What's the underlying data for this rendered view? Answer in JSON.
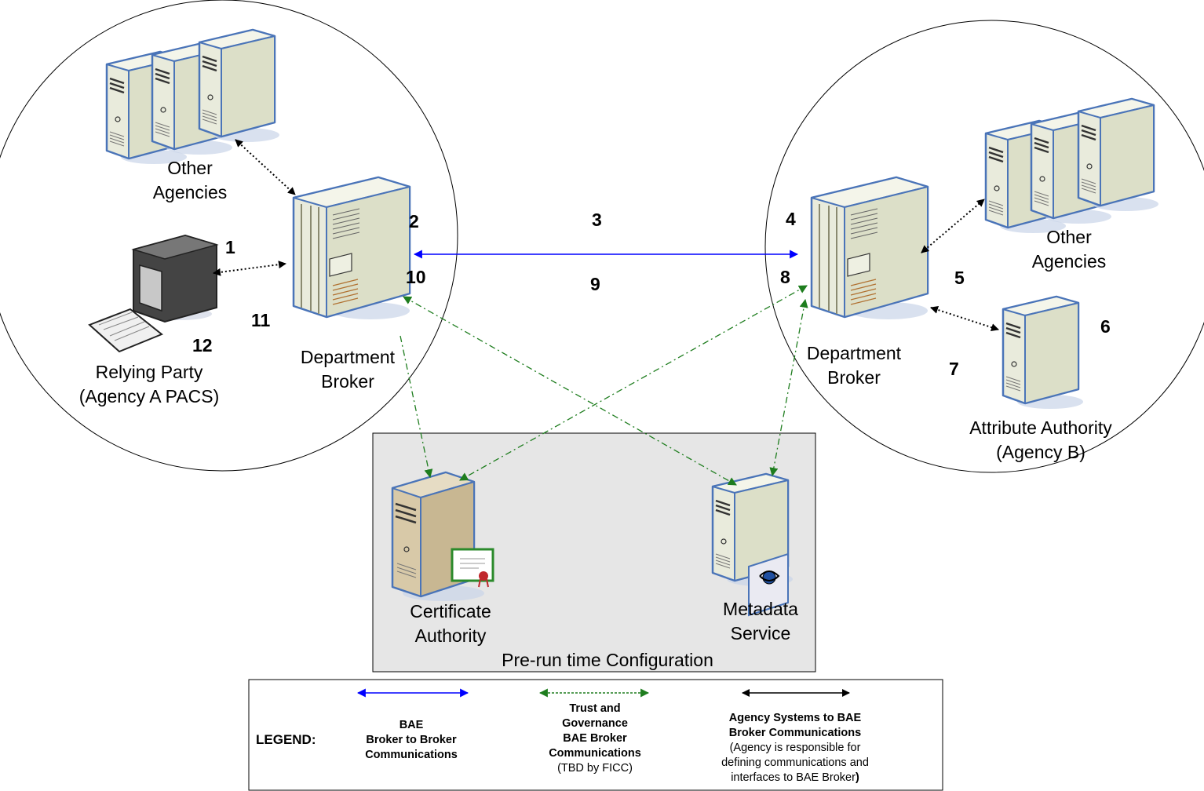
{
  "labels": {
    "left_other_agencies": [
      "Other",
      "Agencies"
    ],
    "right_other_agencies": [
      "Other",
      "Agencies"
    ],
    "left_broker": [
      "Department",
      "Broker"
    ],
    "right_broker": [
      "Department",
      "Broker"
    ],
    "relying_party": [
      "Relying Party",
      "(Agency A PACS)"
    ],
    "attribute_authority": [
      "Attribute Authority",
      "(Agency B)"
    ],
    "certificate_authority": [
      "Certificate",
      "Authority"
    ],
    "metadata_service": [
      "Metadata",
      "Service"
    ],
    "config_box": "Pre-run time Configuration"
  },
  "step_numbers": {
    "n1": "1",
    "n2": "2",
    "n3": "3",
    "n4": "4",
    "n5": "5",
    "n6": "6",
    "n7": "7",
    "n8": "8",
    "n9": "9",
    "n10": "10",
    "n11": "11",
    "n12": "12"
  },
  "legend": {
    "title": "LEGEND:",
    "blue": [
      "BAE",
      "Broker to Broker",
      "Communications"
    ],
    "green": [
      "Trust and",
      "Governance",
      "BAE Broker",
      "Communications"
    ],
    "green_note": "(TBD by FICC)",
    "black": [
      "Agency Systems to BAE",
      "Broker Communications"
    ],
    "black_note": [
      "(Agency is responsible for",
      "defining communications and",
      "interfaces to BAE Broker"
    ],
    "black_note_end": ")"
  },
  "colors": {
    "broker_to_broker": "#0000ff",
    "trust_governance": "#1e7d1e",
    "agency_systems": "#000000",
    "server_fill": "#e9ebdc",
    "server_outline": "#4a74b8",
    "ca_fill": "#d8c9a8",
    "config_box_fill": "#e6e6e6"
  }
}
